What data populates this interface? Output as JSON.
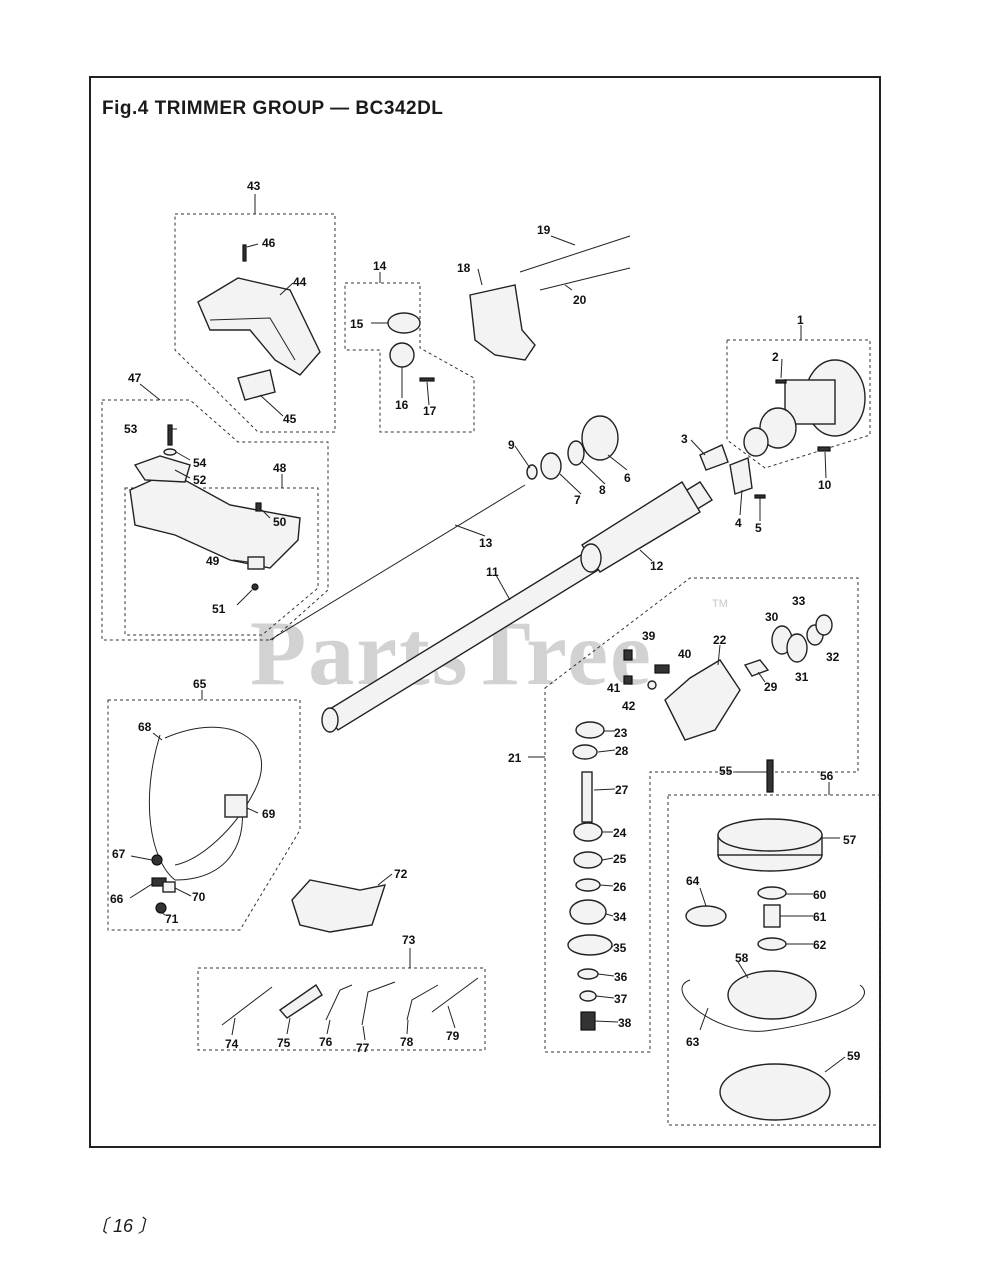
{
  "title": "Fig.4  TRIMMER GROUP — BC342DL",
  "watermark": "PartsTree",
  "watermark_tm": "TM",
  "page_number": "〔 16 〕",
  "labels": [
    "1",
    "2",
    "3",
    "4",
    "5",
    "6",
    "7",
    "8",
    "9",
    "10",
    "11",
    "12",
    "13",
    "14",
    "15",
    "16",
    "17",
    "18",
    "19",
    "20",
    "21",
    "22",
    "23",
    "24",
    "25",
    "26",
    "27",
    "28",
    "29",
    "30",
    "31",
    "32",
    "33",
    "34",
    "35",
    "36",
    "37",
    "38",
    "39",
    "40",
    "41",
    "42",
    "43",
    "44",
    "45",
    "46",
    "47",
    "48",
    "49",
    "50",
    "51",
    "52",
    "53",
    "54",
    "55",
    "56",
    "57",
    "58",
    "59",
    "60",
    "61",
    "62",
    "63",
    "64",
    "65",
    "66",
    "67",
    "68",
    "69",
    "70",
    "71",
    "72",
    "73",
    "74",
    "75",
    "76",
    "77",
    "78",
    "79"
  ]
}
